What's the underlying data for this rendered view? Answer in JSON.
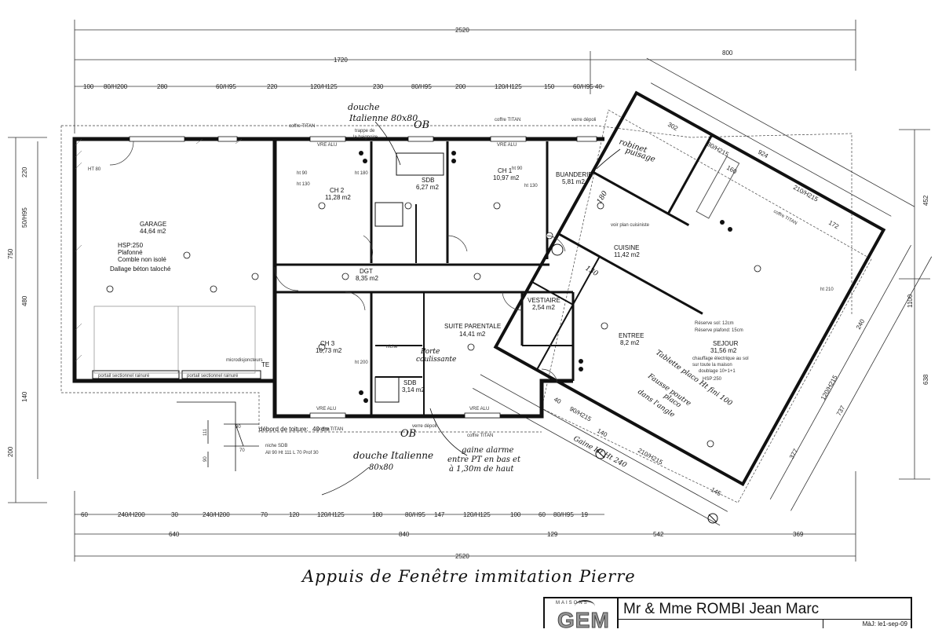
{
  "dimensions_top": {
    "overall": "2520",
    "left_block": "1720",
    "right_block": "800",
    "segments": [
      "100",
      "80/H200",
      "280",
      "60/H95",
      "220",
      "120/H125",
      "230",
      "80/H95",
      "200",
      "120/H125",
      "150",
      "60/H95",
      "40"
    ]
  },
  "dimensions_bottom": {
    "overall": "2520",
    "segments_a": [
      "640",
      "840",
      "129",
      "542",
      "369"
    ],
    "segments_b": [
      "60",
      "240/H200",
      "30",
      "240/H200",
      "70",
      "120",
      "120/H125",
      "180",
      "80/H95",
      "147",
      "120/H125",
      "100",
      "60",
      "80/H95",
      "19"
    ]
  },
  "dimensions_left": [
    "220",
    "50/H95",
    "750",
    "480",
    "140",
    "200"
  ],
  "dimensions_right": [
    "452",
    "1100",
    "638"
  ],
  "dimensions_diagonal": [
    "302",
    "80/H215",
    "924",
    "160",
    "210/H215",
    "172",
    "240",
    "120/H215",
    "737",
    "377",
    "145",
    "140",
    "40",
    "90/H215",
    "210/H215"
  ],
  "rooms": {
    "garage": {
      "name": "GARAGE",
      "area": "44,64 m2",
      "notes": [
        "HSP:250",
        "Plafonné",
        "Comble non isolé",
        "Dallage béton taloché"
      ]
    },
    "ch2": {
      "name": "CH 2",
      "area": "11,28 m2"
    },
    "sdb1": {
      "name": "SDB",
      "area": "6,27 m2"
    },
    "ch1": {
      "name": "CH 1",
      "area": "10,97 m2"
    },
    "buanderie": {
      "name": "BUANDERIE",
      "area": "5,81 m2"
    },
    "cuisine": {
      "name": "CUISINE",
      "area": "11,42 m2"
    },
    "dgt": {
      "name": "DGT",
      "area": "8,35 m2"
    },
    "ch3": {
      "name": "CH 3",
      "area": "10,73 m2"
    },
    "suite": {
      "name": "SUITE PARENTALE",
      "area": "14,41 m2"
    },
    "sdb2": {
      "name": "SDB",
      "area": "3,14 m2"
    },
    "vestiaire": {
      "name": "VESTIAIRE",
      "area": "2,54 m2"
    },
    "entree": {
      "name": "ENTREE",
      "area": "8,2 m2"
    },
    "sejour": {
      "name": "SEJOUR",
      "area": "31,56 m2",
      "notes": [
        "chauffage électrique au sol",
        "sur toute la maison",
        "doublage 10+1+1",
        "HSP:250"
      ]
    }
  },
  "labels": {
    "coffre_titan": "coffre TITAN",
    "verre_depoli": "verre dépoli",
    "vre_alu": "VRE ALU",
    "trappe": "trappe de",
    "trappe2": "la baignoire",
    "voir_plan": "voir plan cuisiniste",
    "reserve1": "Réserve sol: 12cm",
    "reserve2": "Réserve plafond: 15cm",
    "portail_a": "portail sectionnel rainuré",
    "portail_b": "portail sectionnel rainuré",
    "microdisj": "microdisjoncteurs",
    "te": "TE",
    "debord": "débord de toiture:",
    "debord_val": "40 cm",
    "niche1": "niche SDB",
    "niche2": "All 90 Ht 111 L 70 Prof 30",
    "ht80": "HT 80",
    "ht90": "ht 90",
    "ht130a": "ht 130",
    "ht180": "ht 180",
    "ht90b": "ht 90",
    "ht130b": "ht 130",
    "ht200": "ht 200",
    "ht210": "ht 210",
    "niche": "niche",
    "dim111": "111",
    "dim30": "30",
    "dim70": "70",
    "dim90": "90"
  },
  "handwritten": {
    "douche_top": "douche",
    "douche_top2": "Italienne 80x80",
    "ob1": "OB",
    "ob2": "OB",
    "robinet": "robinet",
    "puisage": "puisage",
    "douche_bottom": "douche Italienne",
    "douche_bottom2": "80x80",
    "gaine1": "gaine alarme",
    "gaine2": "entre PT en bas et",
    "gaine3": "à 1,30m de haut",
    "porte1": "Porte",
    "porte2": "coulissante",
    "tablette": "Tablette placo Ht fini 100",
    "fausse": "Fausse poutre",
    "placo": "placo",
    "angle": "dans l'angle",
    "gaine_ht": "Gaine Ht Ht 240",
    "value_130": "130",
    "value_180": "180"
  },
  "caption": "Appuis de Fenêtre immitation Pierre",
  "title_block": {
    "logo_top": "MAISONS",
    "logo_big": "GEM",
    "client": "Mr & Mme ROMBI Jean Marc",
    "updated": "MàJ: le1-sep-09"
  }
}
